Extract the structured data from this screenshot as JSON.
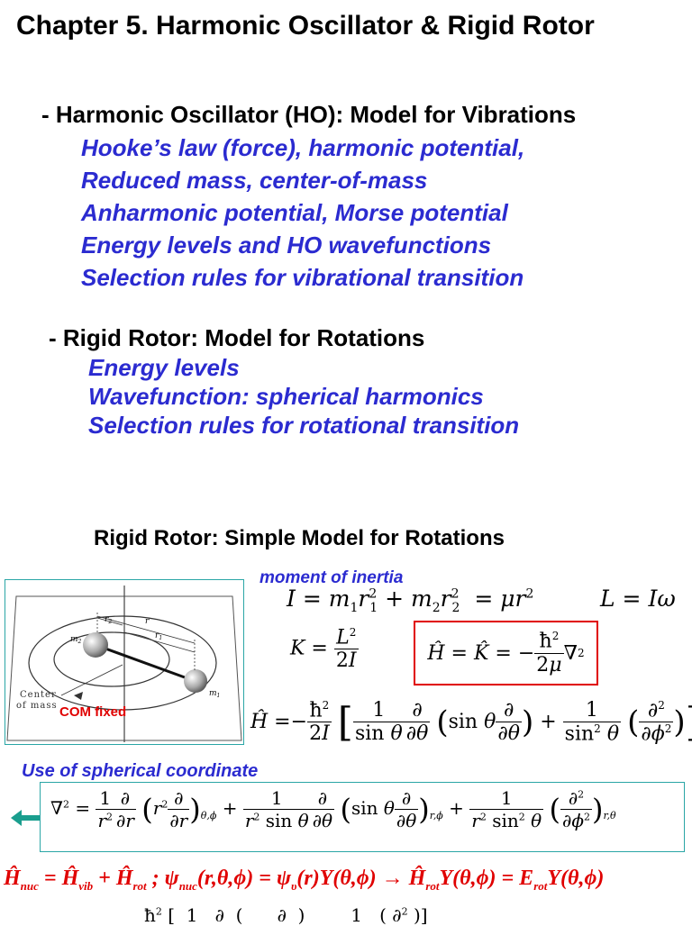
{
  "title": "Chapter 5. Harmonic Oscillator & Rigid Rotor",
  "ho": {
    "heading": "- Harmonic Oscillator (HO): Model for Vibrations",
    "items": [
      "Hooke’s law (force), harmonic potential,",
      "Reduced mass, center-of-mass",
      "Anharmonic potential, Morse potential",
      "Energy levels and HO wavefunctions",
      "Selection rules for vibrational transition"
    ]
  },
  "rr": {
    "heading": "- Rigid Rotor: Model for Rotations",
    "items": [
      "Energy levels",
      "Wavefunction: spherical harmonics",
      "Selection rules for rotational transition"
    ]
  },
  "section2": {
    "heading": "Rigid Rotor: Simple Model for Rotations",
    "moment_label": "moment of inertia",
    "spherical_label": "Use of spherical coordinate",
    "com_fixed": "COM fixed",
    "figure": {
      "center_of_mass": "Center",
      "of_mass": "of mass",
      "m1": "m",
      "m1_sub": "1",
      "m2": "m",
      "m2_sub": "2",
      "r": "r",
      "r1": "r",
      "r1_sub": "1",
      "r2": "r",
      "r2_sub": "2"
    }
  },
  "colors": {
    "blue_text": "#2b2bd0",
    "red_text": "#e00000",
    "teal_border": "#2aa6a6",
    "red_box": "#e00000"
  }
}
